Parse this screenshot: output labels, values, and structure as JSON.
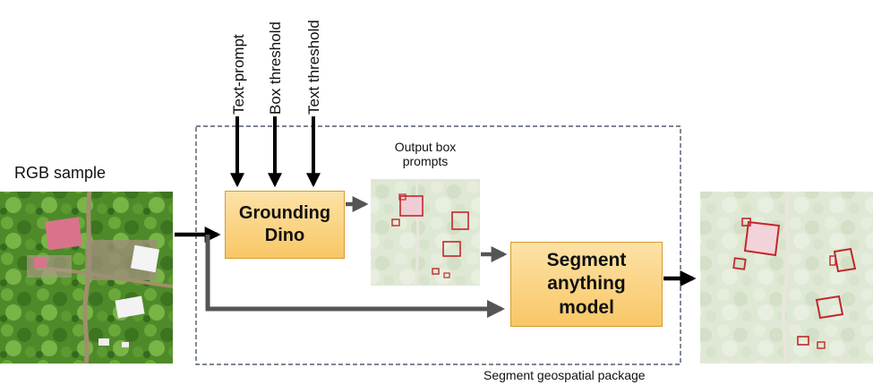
{
  "inputs": {
    "text_prompt": "Text-prompt",
    "box_threshold": "Box threshold",
    "text_threshold": "Text threshold"
  },
  "rgb_sample_label": "RGB sample",
  "grounding_dino": {
    "line1": "Grounding",
    "line2": "Dino"
  },
  "output_box_prompts": {
    "line1": "Output box",
    "line2": "prompts"
  },
  "segment_anything": {
    "line1": "Segment",
    "line2": "anything",
    "line3": "model"
  },
  "package_label": "Segment geospatial package",
  "colors": {
    "box_fill": "#f8c766",
    "box_outline": "#d89a2a",
    "detection": "#c0282b",
    "arrow_dark": "#000000",
    "arrow_gray": "#555555"
  }
}
